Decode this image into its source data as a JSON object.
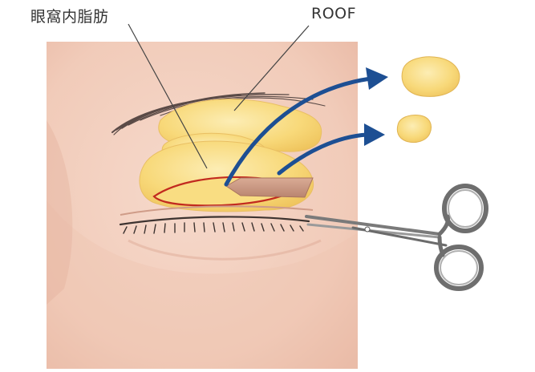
{
  "labels": {
    "orbital_fat": "眼窩内脂肪",
    "roof": "ROOF"
  },
  "colors": {
    "skin": "#f3d0c0",
    "skin_shadow": "#e7b6a3",
    "fat": "#f7d672",
    "fat_highlight": "#fbe9a8",
    "incision": "#c22a1f",
    "arrow": "#1d4f93",
    "retractor": "#c9967f",
    "scissors": "#6b6b6b",
    "leader_line": "#444444"
  },
  "icons": [
    "eyebrow-hair",
    "fat-globule-icon",
    "arrow-icon",
    "retractor-icon",
    "scissors-icon",
    "eyelash-icon"
  ]
}
